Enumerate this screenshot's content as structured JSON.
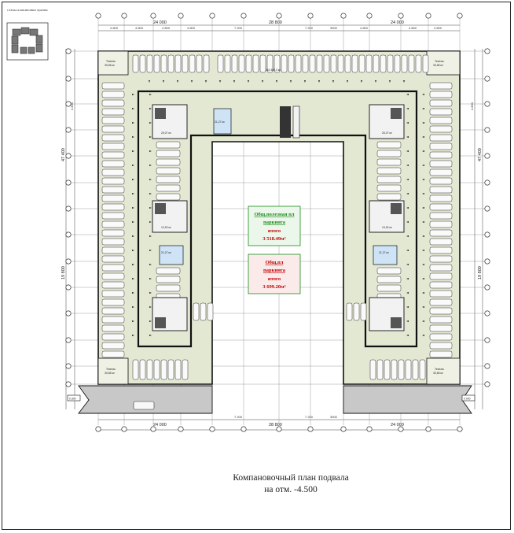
{
  "key_plan_label": "СХЕМА БЛОКИРОВКИ ЗДАНИЯ",
  "caption": {
    "line1": "Компановочный план подвала",
    "line2": "на отм. -4.500"
  },
  "dims": {
    "top_left_total": "24 000",
    "top_mid_total": "28 800",
    "top_right_total": "24 000",
    "seg_4800": "4 800",
    "seg_7200": "7 200",
    "seg_3900": "3900",
    "bottom_left_total": "24 000",
    "bottom_mid_total": "28 800",
    "bottom_right_total": "24 000",
    "side_total": "47 400",
    "side_mid": "19 800",
    "side_seg": "4 800"
  },
  "rooms": {
    "tech": "Техпом.",
    "tech_area": "30,65 м²",
    "small_area": "25,07 м²",
    "small_area2": "13,92 м²",
    "small_area3": "21,27 м²",
    "top_mid_area": "116 380,0 м²"
  },
  "levels": {
    "left": "0.300",
    "right": "0.000"
  },
  "legend": {
    "useful_title_line1": "Общ.полезная пл",
    "useful_title_line2": "паркинга",
    "useful_itogo": "итого",
    "useful_value": "3 518.49м²",
    "total_title_line1": "Общ.пл",
    "total_title_line2": "паркинга",
    "total_itogo": "итого",
    "total_value": "3 699.20м²",
    "colors": {
      "useful_title": "#1a8a1a",
      "value": "#c00000",
      "useful_fill": "#ebf7ea",
      "total_fill": "#fbeaea"
    }
  },
  "colors": {
    "slab": "#e3e8d3",
    "wall": "#111111",
    "ramp": "#c8c8c8",
    "blue_room": "#cfe3f6"
  }
}
